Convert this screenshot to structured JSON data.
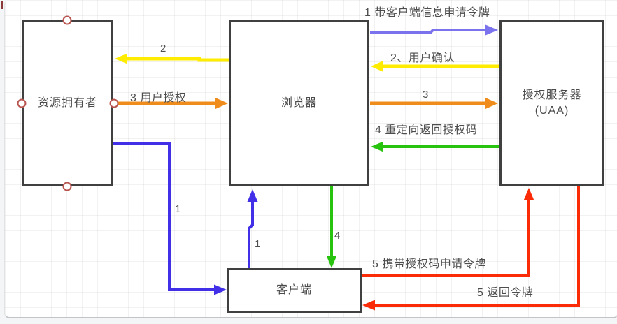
{
  "diagram": {
    "nodes": [
      {
        "id": "resource-owner",
        "label": "资源拥有者"
      },
      {
        "id": "browser",
        "label": "浏览器"
      },
      {
        "id": "uaa",
        "label": "授权服务器",
        "label2": "(UAA)"
      },
      {
        "id": "client",
        "label": "客户端"
      }
    ],
    "edges": [
      {
        "id": "request-token-with-client-info",
        "label": "1 带客户端信息申请令牌",
        "color": "purple",
        "from": "browser",
        "to": "uaa"
      },
      {
        "id": "user-confirm",
        "label": "2、用户确认",
        "color": "yellow",
        "from": "uaa",
        "to": "browser"
      },
      {
        "id": "browser-forward-3",
        "label": "3",
        "color": "orange",
        "from": "browser",
        "to": "uaa"
      },
      {
        "id": "redirect-return-authcode",
        "label": "4 重定向返回授权码",
        "color": "green",
        "from": "uaa",
        "to": "browser"
      },
      {
        "id": "browser-forward-2",
        "label": "2",
        "color": "yellow",
        "from": "browser",
        "to": "resource-owner"
      },
      {
        "id": "user-authorize",
        "label": "3 用户授权",
        "color": "orange",
        "from": "resource-owner",
        "to": "browser"
      },
      {
        "id": "owner-to-client-1",
        "label": "1",
        "color": "blue",
        "from": "resource-owner",
        "to": "client"
      },
      {
        "id": "client-to-browser-1",
        "label": "1",
        "color": "blue",
        "from": "client",
        "to": "browser"
      },
      {
        "id": "browser-to-client-4",
        "label": "4",
        "color": "green",
        "from": "browser",
        "to": "client"
      },
      {
        "id": "request-token-with-authcode",
        "label": "5 携带授权码申请令牌",
        "color": "red",
        "from": "client",
        "to": "uaa"
      },
      {
        "id": "return-token",
        "label": "5 返回令牌",
        "color": "red",
        "from": "uaa",
        "to": "client"
      }
    ]
  },
  "colors": {
    "purple": "#7b72ee",
    "blue": "#4130e8",
    "yellow": "#ffec00",
    "orange": "#f08c1b",
    "green": "#27c30f",
    "red": "#fb2a07",
    "handle": "#b85450",
    "box_border": "#404040",
    "text": "#4a4a4a"
  }
}
